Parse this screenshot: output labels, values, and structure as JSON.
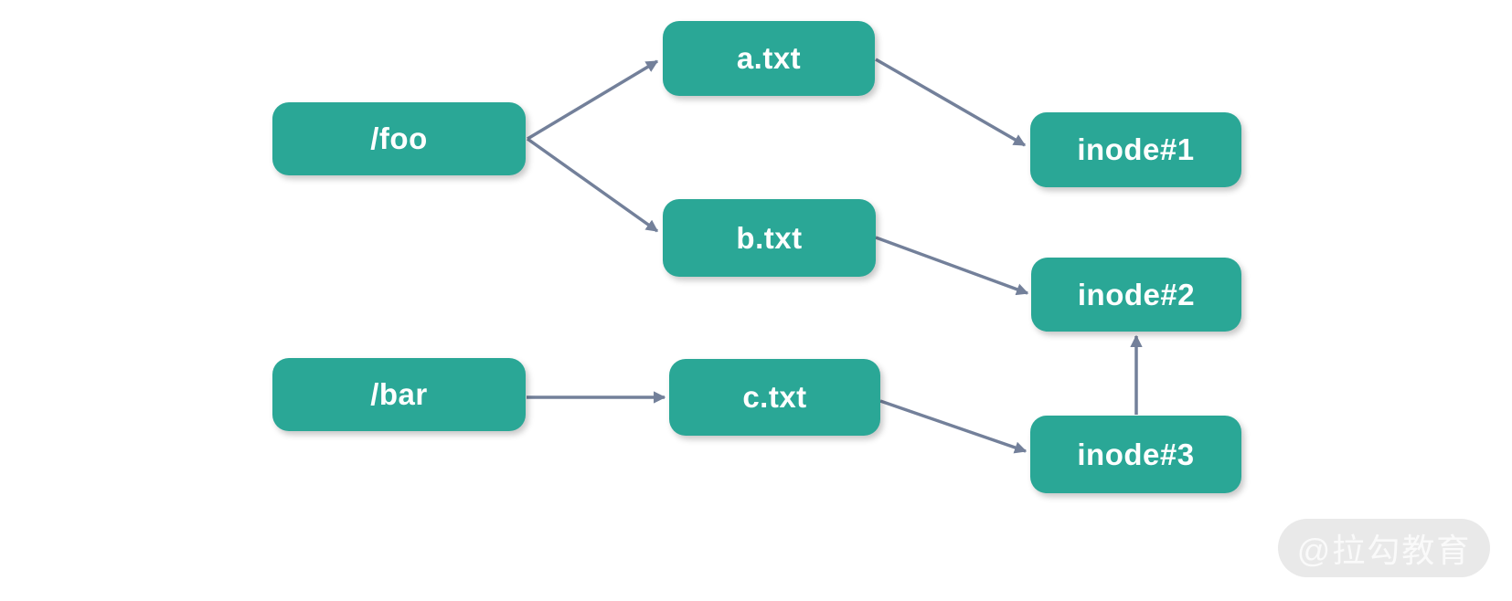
{
  "diagram": {
    "nodes": {
      "foo": {
        "label": "/foo",
        "type": "directory"
      },
      "a_txt": {
        "label": "a.txt",
        "type": "file"
      },
      "b_txt": {
        "label": "b.txt",
        "type": "file"
      },
      "bar": {
        "label": "/bar",
        "type": "directory"
      },
      "c_txt": {
        "label": "c.txt",
        "type": "file"
      },
      "inode1": {
        "label": "inode#1",
        "type": "inode"
      },
      "inode2": {
        "label": "inode#2",
        "type": "inode"
      },
      "inode3": {
        "label": "inode#3",
        "type": "inode"
      }
    },
    "edges": [
      {
        "from": "/foo",
        "to": "a.txt"
      },
      {
        "from": "/foo",
        "to": "b.txt"
      },
      {
        "from": "a.txt",
        "to": "inode#1"
      },
      {
        "from": "b.txt",
        "to": "inode#2"
      },
      {
        "from": "/bar",
        "to": "c.txt"
      },
      {
        "from": "c.txt",
        "to": "inode#3"
      },
      {
        "from": "inode#3",
        "to": "inode#2"
      }
    ],
    "colors": {
      "node_fill": "#2aa796",
      "node_text": "#ffffff",
      "arrow": "#73809a",
      "background": "#ffffff",
      "watermark_bg": "#e9e9e9",
      "watermark_text": "#fafafa"
    }
  },
  "watermark": {
    "label": "@拉勾教育"
  }
}
